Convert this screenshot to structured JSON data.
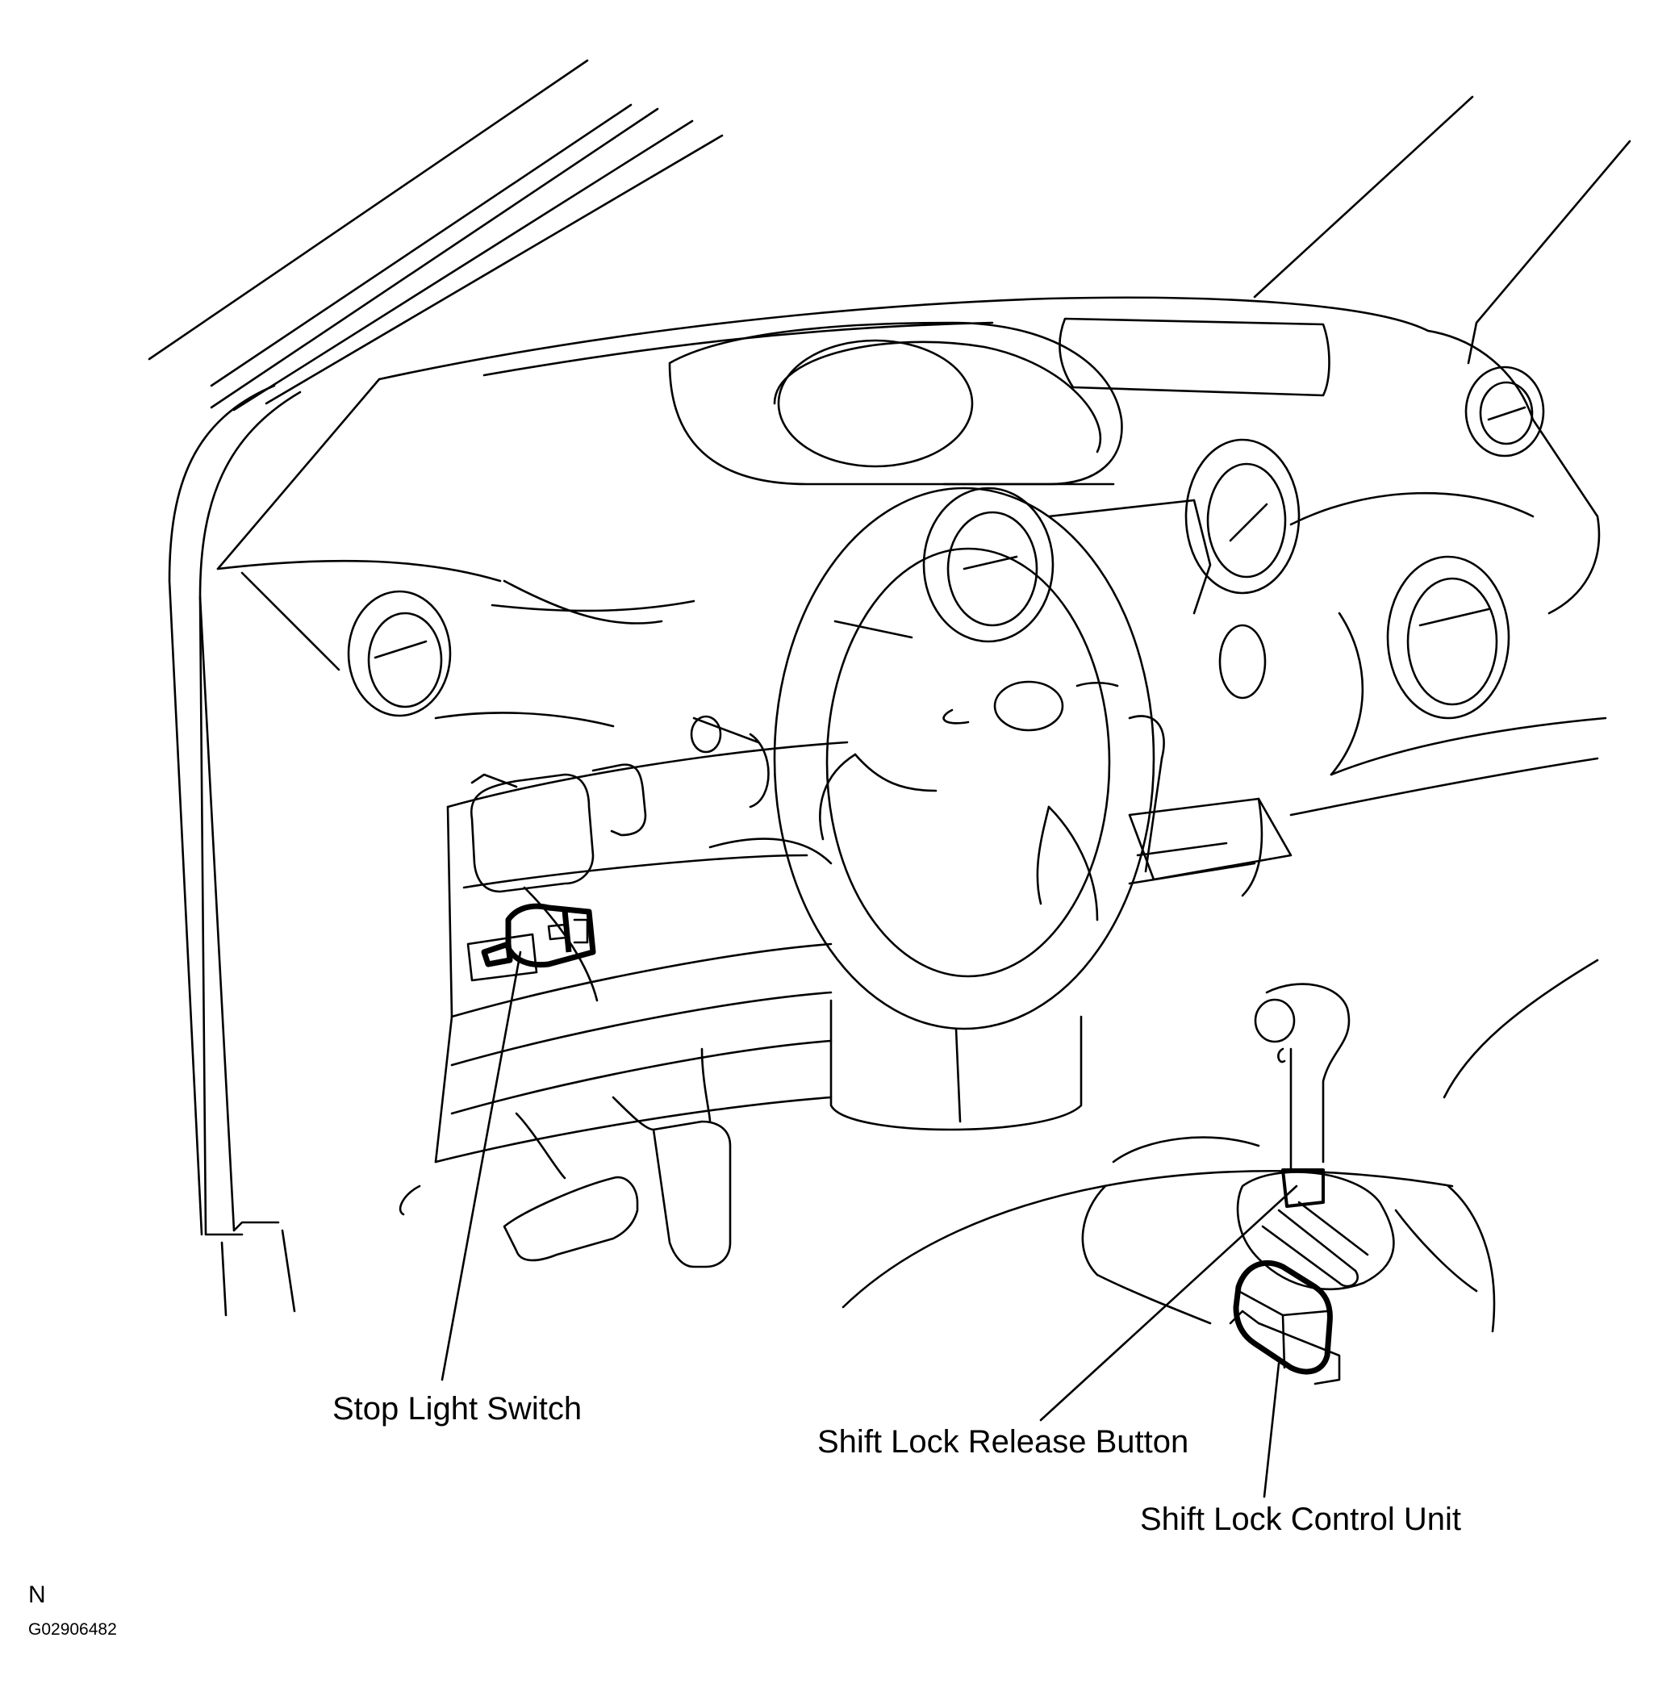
{
  "labels": {
    "stop_light_switch": "Stop Light Switch",
    "shift_lock_release_button": "Shift Lock Release Button",
    "shift_lock_control_unit": "Shift Lock Control Unit"
  },
  "view_code": "N",
  "figure_id": "G02906482"
}
